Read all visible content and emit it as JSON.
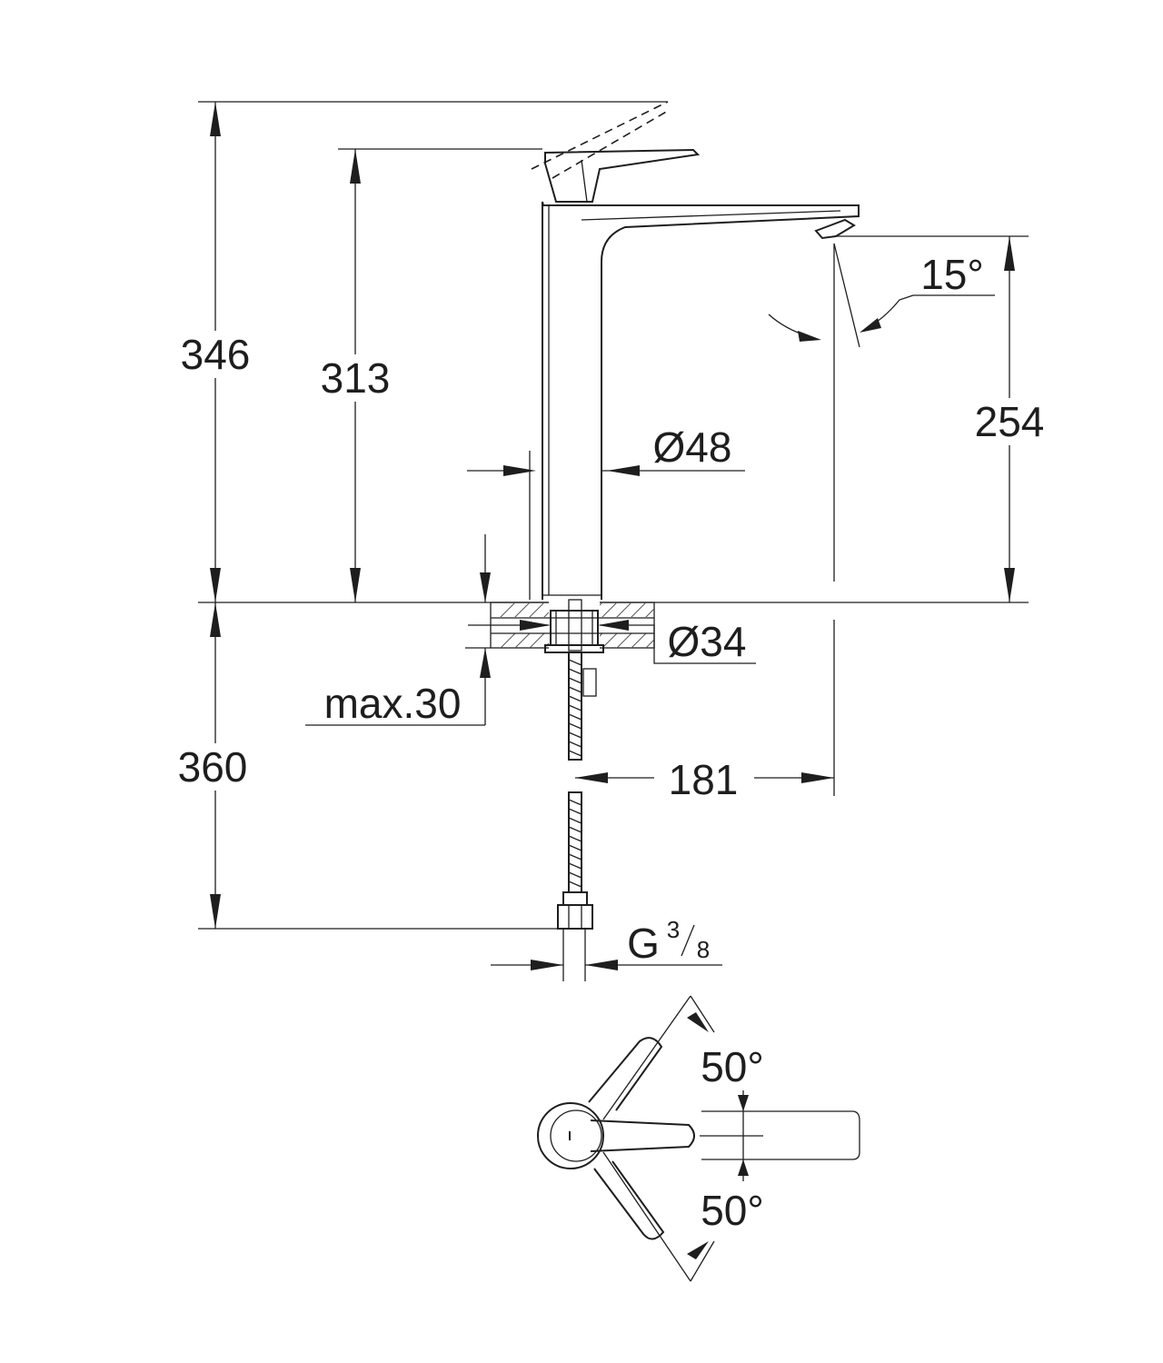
{
  "dimensions": {
    "overall_height": "346",
    "spout_height": "313",
    "outlet_height": "254",
    "spray_angle": "15°",
    "body_diameter": "Ø48",
    "hole_diameter": "Ø34",
    "max_thickness": "max.30",
    "hose_length": "360",
    "projection": "181",
    "connection_letter": "G",
    "connection_num": "3",
    "connection_den": "8",
    "handle_angle_top": "50°",
    "handle_angle_bottom": "50°"
  },
  "colors": {
    "line": "#1e1e1e",
    "hatch": "#555555",
    "background": "#ffffff"
  }
}
